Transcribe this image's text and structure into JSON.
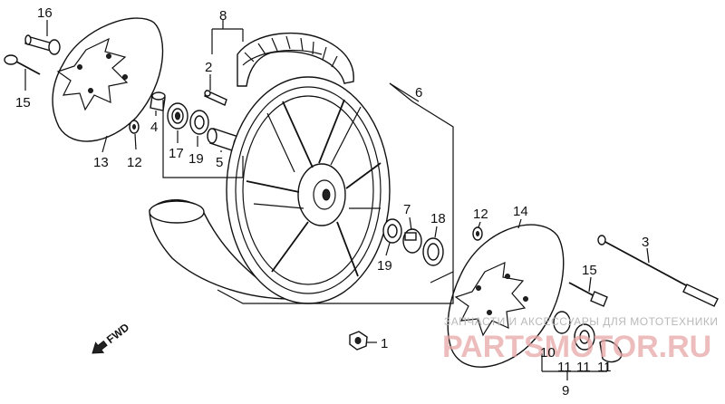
{
  "callouts": {
    "c1": "1",
    "c2": "2",
    "c3": "3",
    "c4": "4",
    "c5": "5",
    "c6": "6",
    "c7": "7",
    "c8": "8",
    "c9": "9",
    "c10": "10",
    "c11a": "11",
    "c11b": "11",
    "c11c": "11",
    "c12a": "12",
    "c12b": "12",
    "c13": "13",
    "c14": "14",
    "c15a": "15",
    "c15b": "15",
    "c16": "16",
    "c17": "17",
    "c18": "18",
    "c19a": "19",
    "c19b": "19"
  },
  "fwd_label": "FWD",
  "watermark": {
    "top": "ЗАПЧАСТИ И АКСЕССУАРЫ ДЛЯ МОТОТЕХНИКИ",
    "brand": "PARTSMOTOR.RU"
  },
  "colors": {
    "line": "#111111",
    "watermark_top": "#b9b9b9",
    "watermark_brand": "#e8a6a6"
  }
}
